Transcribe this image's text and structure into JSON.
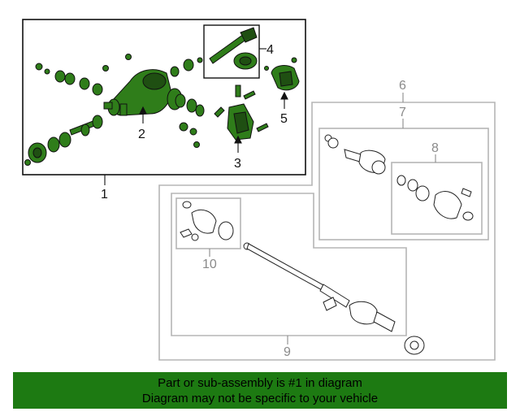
{
  "colors": {
    "part_fill": "#2f7d1a",
    "part_dark": "#1f4f12",
    "outline": "#111111",
    "frame_grey": "#b5b5b5",
    "banner_bg": "#1d7a12"
  },
  "callouts": {
    "c1": "1",
    "c2": "2",
    "c3": "3",
    "c4": "4",
    "c5": "5",
    "c6": "6",
    "c7": "7",
    "c8": "8",
    "c9": "9",
    "c10": "10"
  },
  "banner": {
    "line1": "Part or sub-assembly is #1 in diagram",
    "line2": "Diagram may not be specific to your vehicle"
  }
}
